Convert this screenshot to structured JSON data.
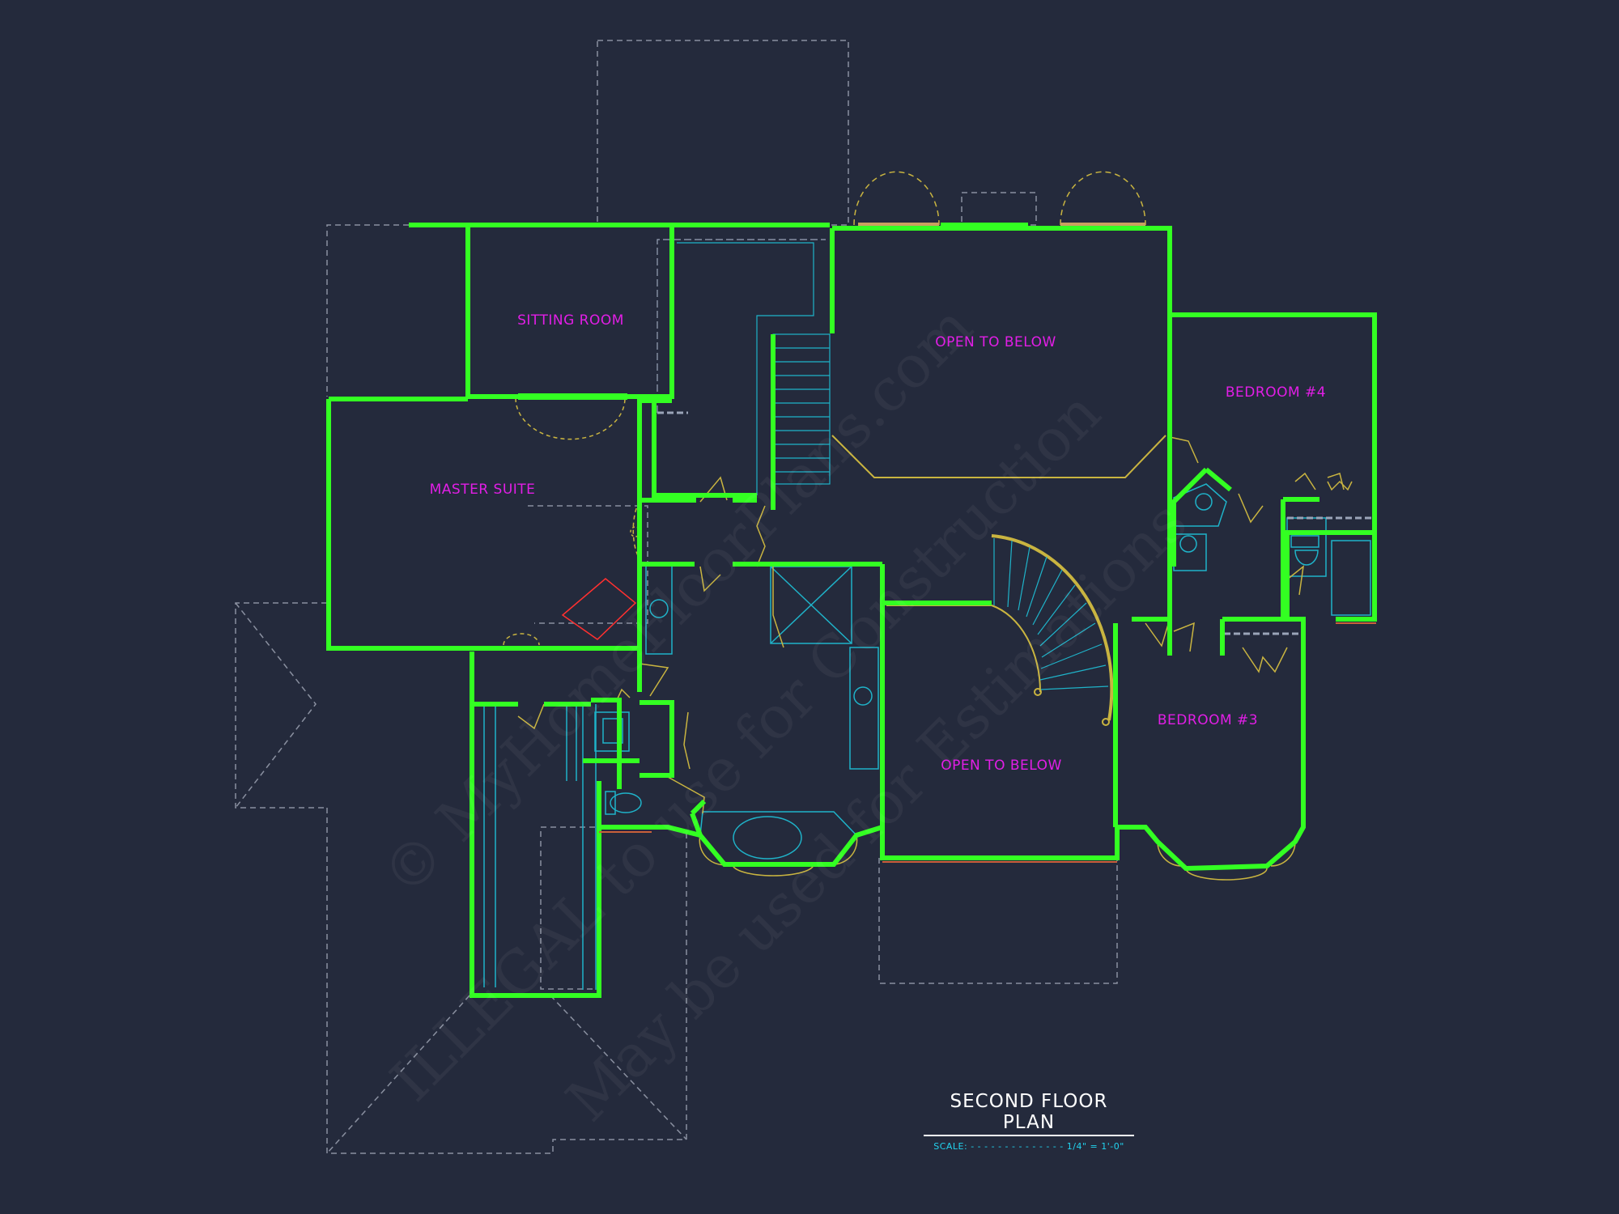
{
  "plan": {
    "title": "SECOND FLOOR PLAN",
    "scale_label": "SCALE:",
    "scale_value": "1/4\" = 1'-0\""
  },
  "rooms": {
    "sitting_room": "SITTING ROOM",
    "master_suite": "MASTER SUITE",
    "open_to_below_1": "OPEN TO BELOW",
    "bedroom_4": "BEDROOM #4",
    "open_to_below_2": "OPEN TO BELOW",
    "bedroom_3": "BEDROOM #3"
  },
  "watermark": {
    "line1": "© MyHomeFloorPlans.com",
    "line2": "ILLEGAL to use for Construction",
    "line3": "May be used for Estimations"
  },
  "colors": {
    "background": "#242a3c",
    "walls": "#33ff22",
    "room_labels": "#e21ee6",
    "fixtures": "#1fb3c9",
    "doors": "#c9b440",
    "dashed_outlines": "#8a90a0"
  }
}
